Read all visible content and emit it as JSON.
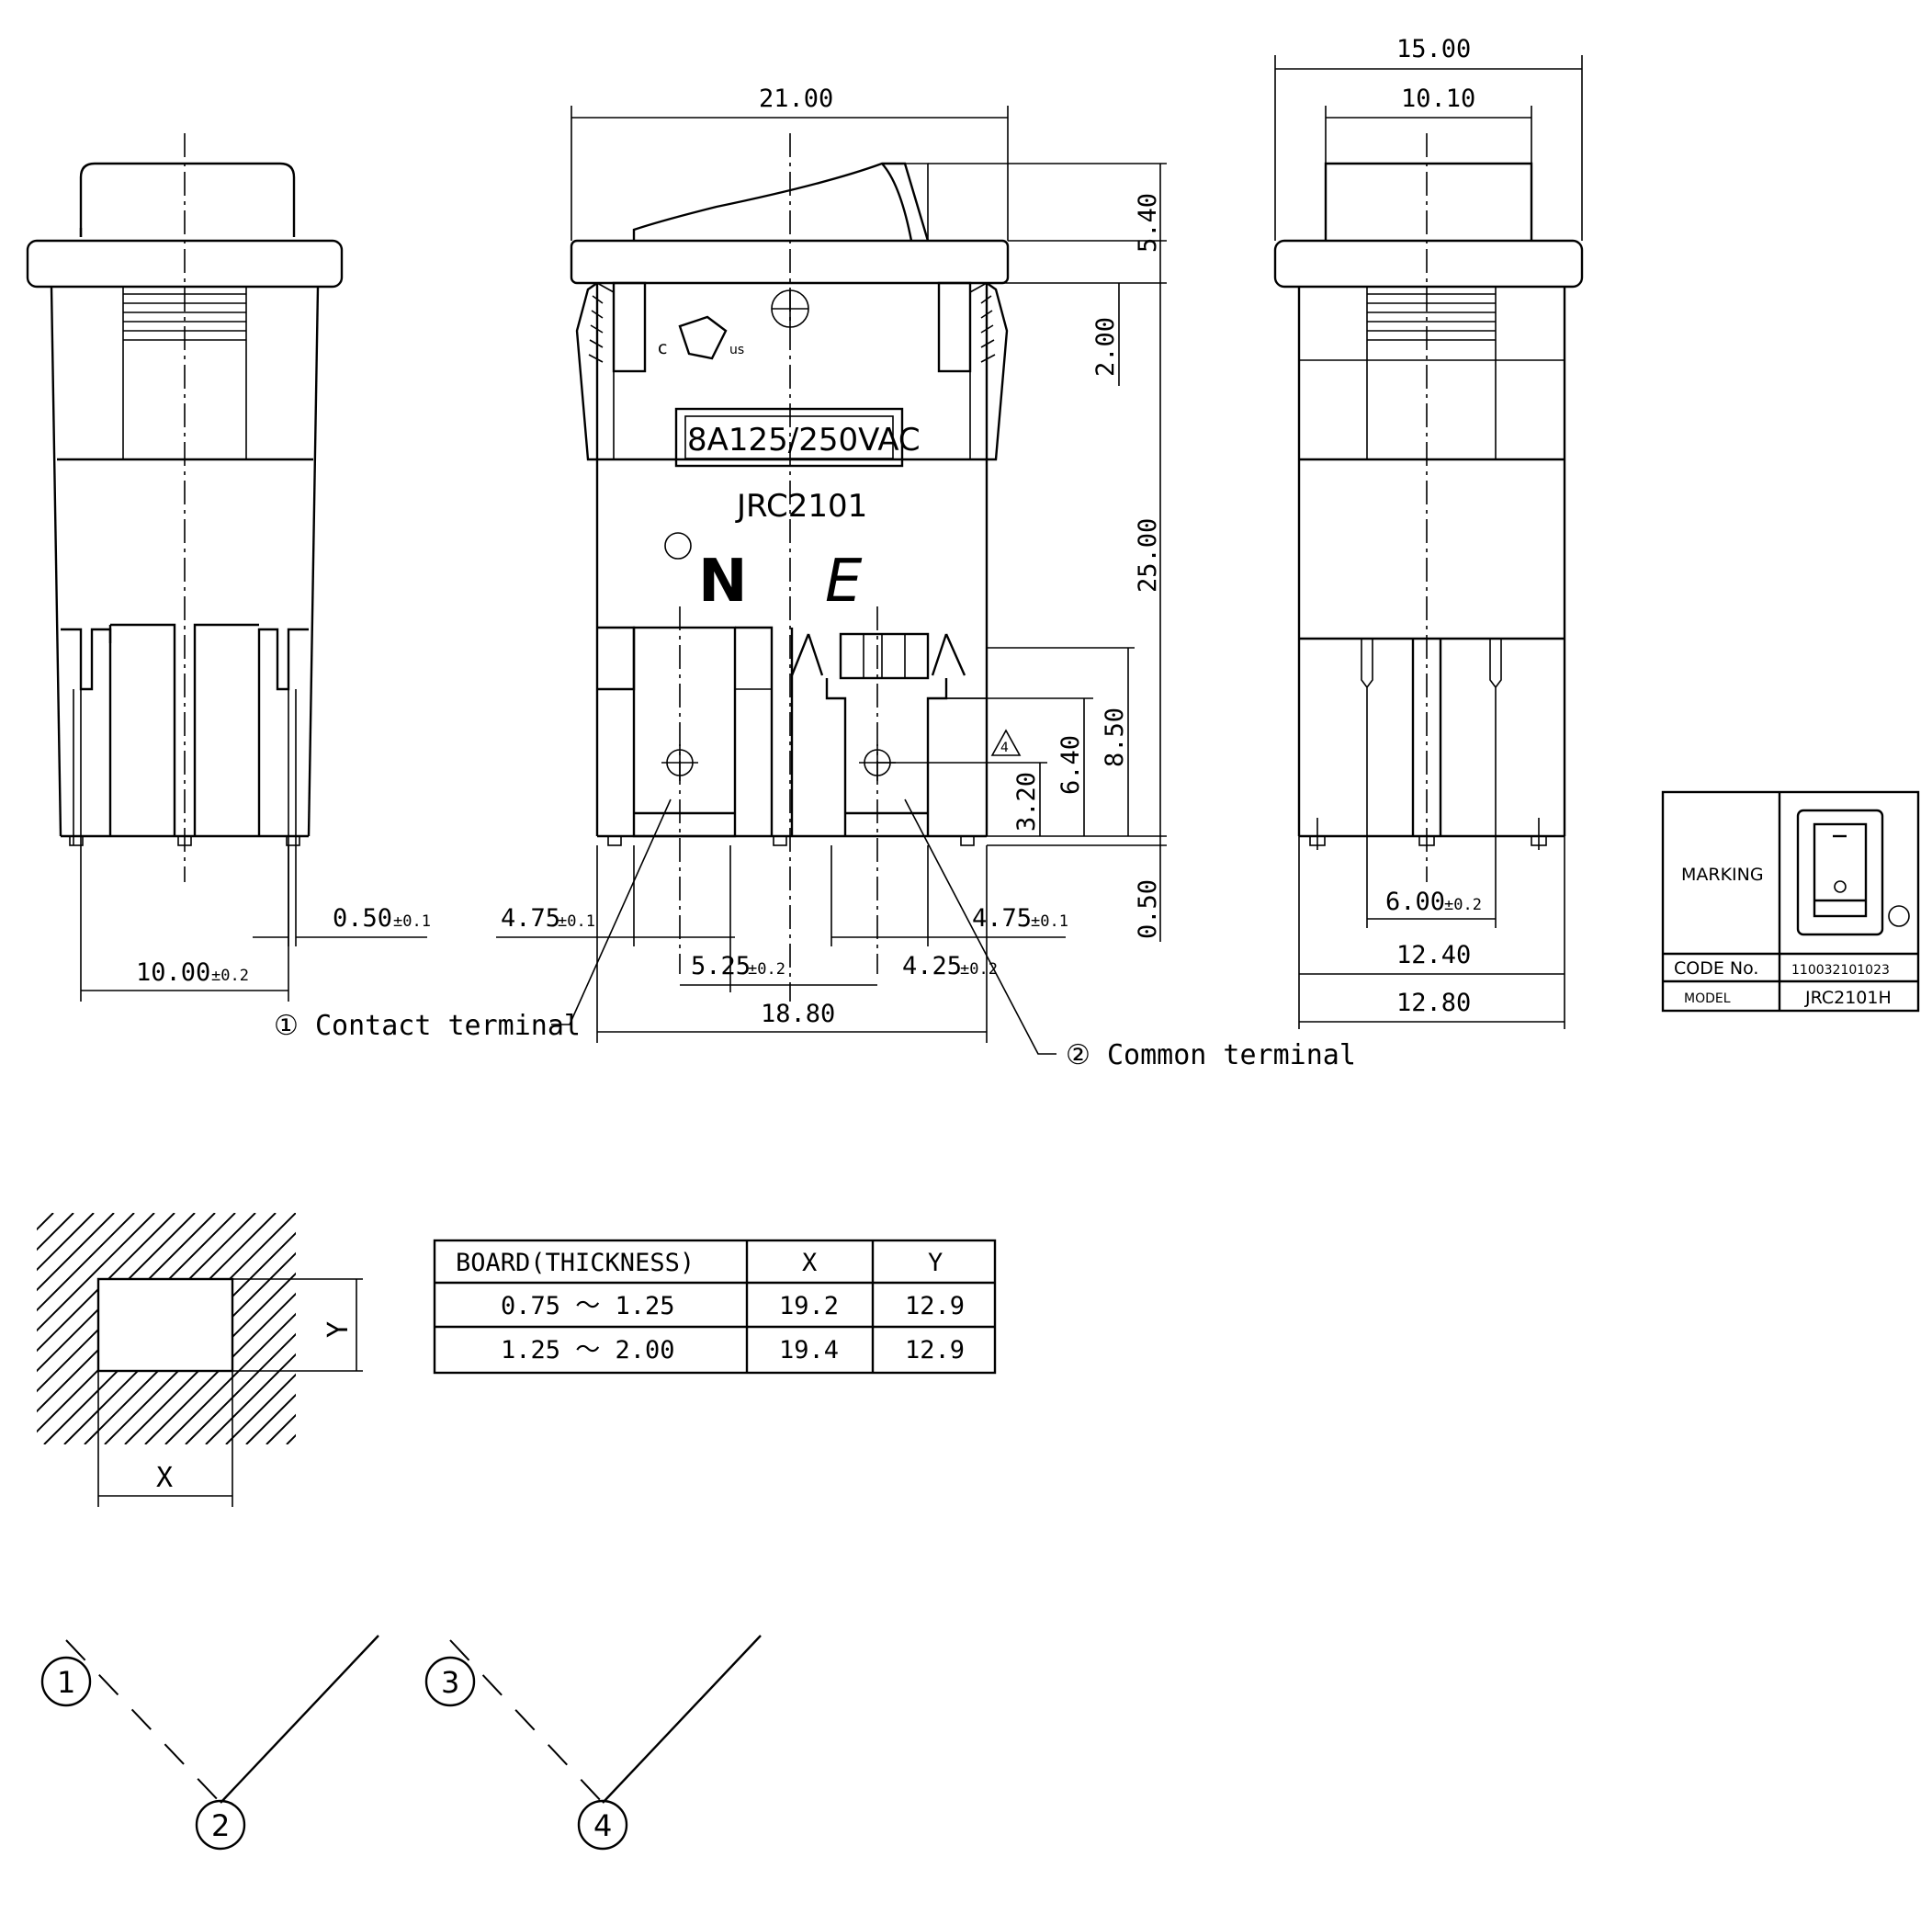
{
  "front_view": {
    "dims": {
      "width_top": "21.00",
      "height_rocker": "5.40",
      "height_2": "2.00",
      "height_body": "25.00",
      "height_850": "8.50",
      "height_640": "6.40",
      "height_320": "3.20",
      "height_050": "0.50",
      "overall_width": "18.80",
      "pin_left": "4.75",
      "pin_left_tol": "±0.1",
      "pin_right": "4.75",
      "pin_right_tol": "±0.1",
      "pitch_left": "5.25",
      "pitch_left_tol": "±0.2",
      "pitch_right": "4.25",
      "pitch_right_tol": "±0.2"
    },
    "marking_rating": "8A125/250VAC",
    "marking_model": "JRC2101",
    "marking_n": "N",
    "marking_e": "E",
    "cert_text": "c",
    "cert_us": "us",
    "warning_symbol": "warning-triangle-icon",
    "label_contact": "① Contact terminal",
    "label_common": "② Common terminal"
  },
  "side_view": {
    "dim_pin": "0.50",
    "dim_pin_tol": "±0.1",
    "dim_width": "10.00",
    "dim_width_tol": "±0.2"
  },
  "right_view": {
    "dim_top": "15.00",
    "dim_rocker": "10.10",
    "dim_pitch": "6.00",
    "dim_pitch_tol": "±0.2",
    "dim_1240": "12.40",
    "dim_1280": "12.80"
  },
  "marking_box": {
    "label_marking": "MARKING",
    "label_code": "CODE No.",
    "code_value": "110032101023",
    "label_model": "MODEL",
    "model_value": "JRC2101H"
  },
  "cutout": {
    "label_x": "X",
    "label_y": "Y"
  },
  "board_table": {
    "headers": [
      "BOARD(THICKNESS)",
      "X",
      "Y"
    ],
    "rows": [
      [
        "0.75 ～ 1.25",
        "19.2",
        "12.9"
      ],
      [
        "1.25 ～ 2.00",
        "19.4",
        "12.9"
      ]
    ]
  },
  "circuit": {
    "n1": "1",
    "n2": "2",
    "n3": "3",
    "n4": "4"
  }
}
